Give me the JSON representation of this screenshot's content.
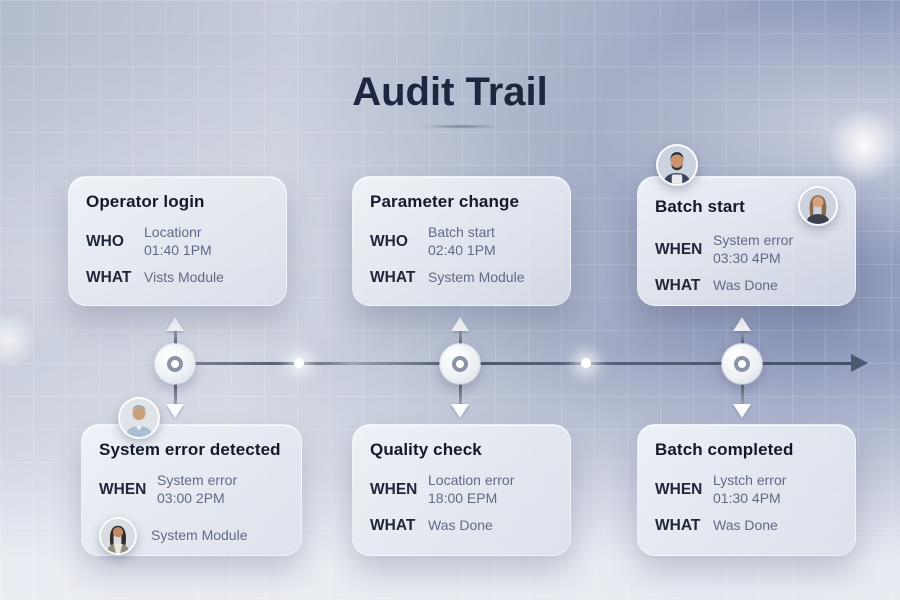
{
  "title": {
    "text": "Audit Trail"
  },
  "colors": {
    "title_text": "#1f2640",
    "card_title_text": "#141a2b",
    "label_text": "#20273a",
    "value_text": "#5f6b86",
    "timeline_line": "#4e586e",
    "node_ring": "#8b94a6",
    "arrow_white": "#fbfcfe",
    "bg_top_left": "#b3bbce",
    "bg_top_right": "#8d98ba"
  },
  "timeline": {
    "direction": "left-to-right",
    "node_count": 3,
    "glow_dot_count": 2
  },
  "cards": [
    {
      "id": "operator-login",
      "row_position": "top",
      "title": "Operator login",
      "rows": [
        {
          "label": "WHO",
          "line1": "Locationr",
          "line2": "01:40 1PM"
        },
        {
          "label": "WHAT",
          "line1": "Vists Module",
          "line2": ""
        }
      ]
    },
    {
      "id": "parameter-change",
      "row_position": "top",
      "title": "Parameter change",
      "rows": [
        {
          "label": "WHO",
          "line1": "Batch start",
          "line2": "02:40 1PM"
        },
        {
          "label": "WHAT",
          "line1": "System Module",
          "line2": ""
        }
      ]
    },
    {
      "id": "batch-start",
      "row_position": "top",
      "title": "Batch start",
      "rows": [
        {
          "label": "WHEN",
          "line1": "System error",
          "line2": "03:30 4PM"
        },
        {
          "label": "WHAT",
          "line1": "Was Done",
          "line2": ""
        }
      ]
    },
    {
      "id": "system-error-detected",
      "row_position": "bottom",
      "title": "System error detected",
      "rows": [
        {
          "label": "WHEN",
          "line1": "System error",
          "line2": "03:00 2PM"
        },
        {
          "label": "",
          "line1": "System Module",
          "line2": ""
        }
      ]
    },
    {
      "id": "quality-check",
      "row_position": "bottom",
      "title": "Quality check",
      "rows": [
        {
          "label": "WHEN",
          "line1": "Location error",
          "line2": "18:00 EPM"
        },
        {
          "label": "WHAT",
          "line1": "Was Done",
          "line2": ""
        }
      ]
    },
    {
      "id": "batch-completed",
      "row_position": "bottom",
      "title": "Batch completed",
      "rows": [
        {
          "label": "WHEN",
          "line1": "Lystch error",
          "line2": "01:30 4PM"
        },
        {
          "label": "WHAT",
          "line1": "Was Done",
          "line2": ""
        }
      ]
    }
  ],
  "avatars": [
    {
      "id": "avatar-man-dark-beard",
      "location": "above-batch-start-card"
    },
    {
      "id": "avatar-woman-long-hair",
      "location": "inside-batch-start-card"
    },
    {
      "id": "avatar-man-gray-hair",
      "location": "above-system-error-card"
    },
    {
      "id": "avatar-woman-dark-hair",
      "location": "inside-system-error-card"
    }
  ]
}
